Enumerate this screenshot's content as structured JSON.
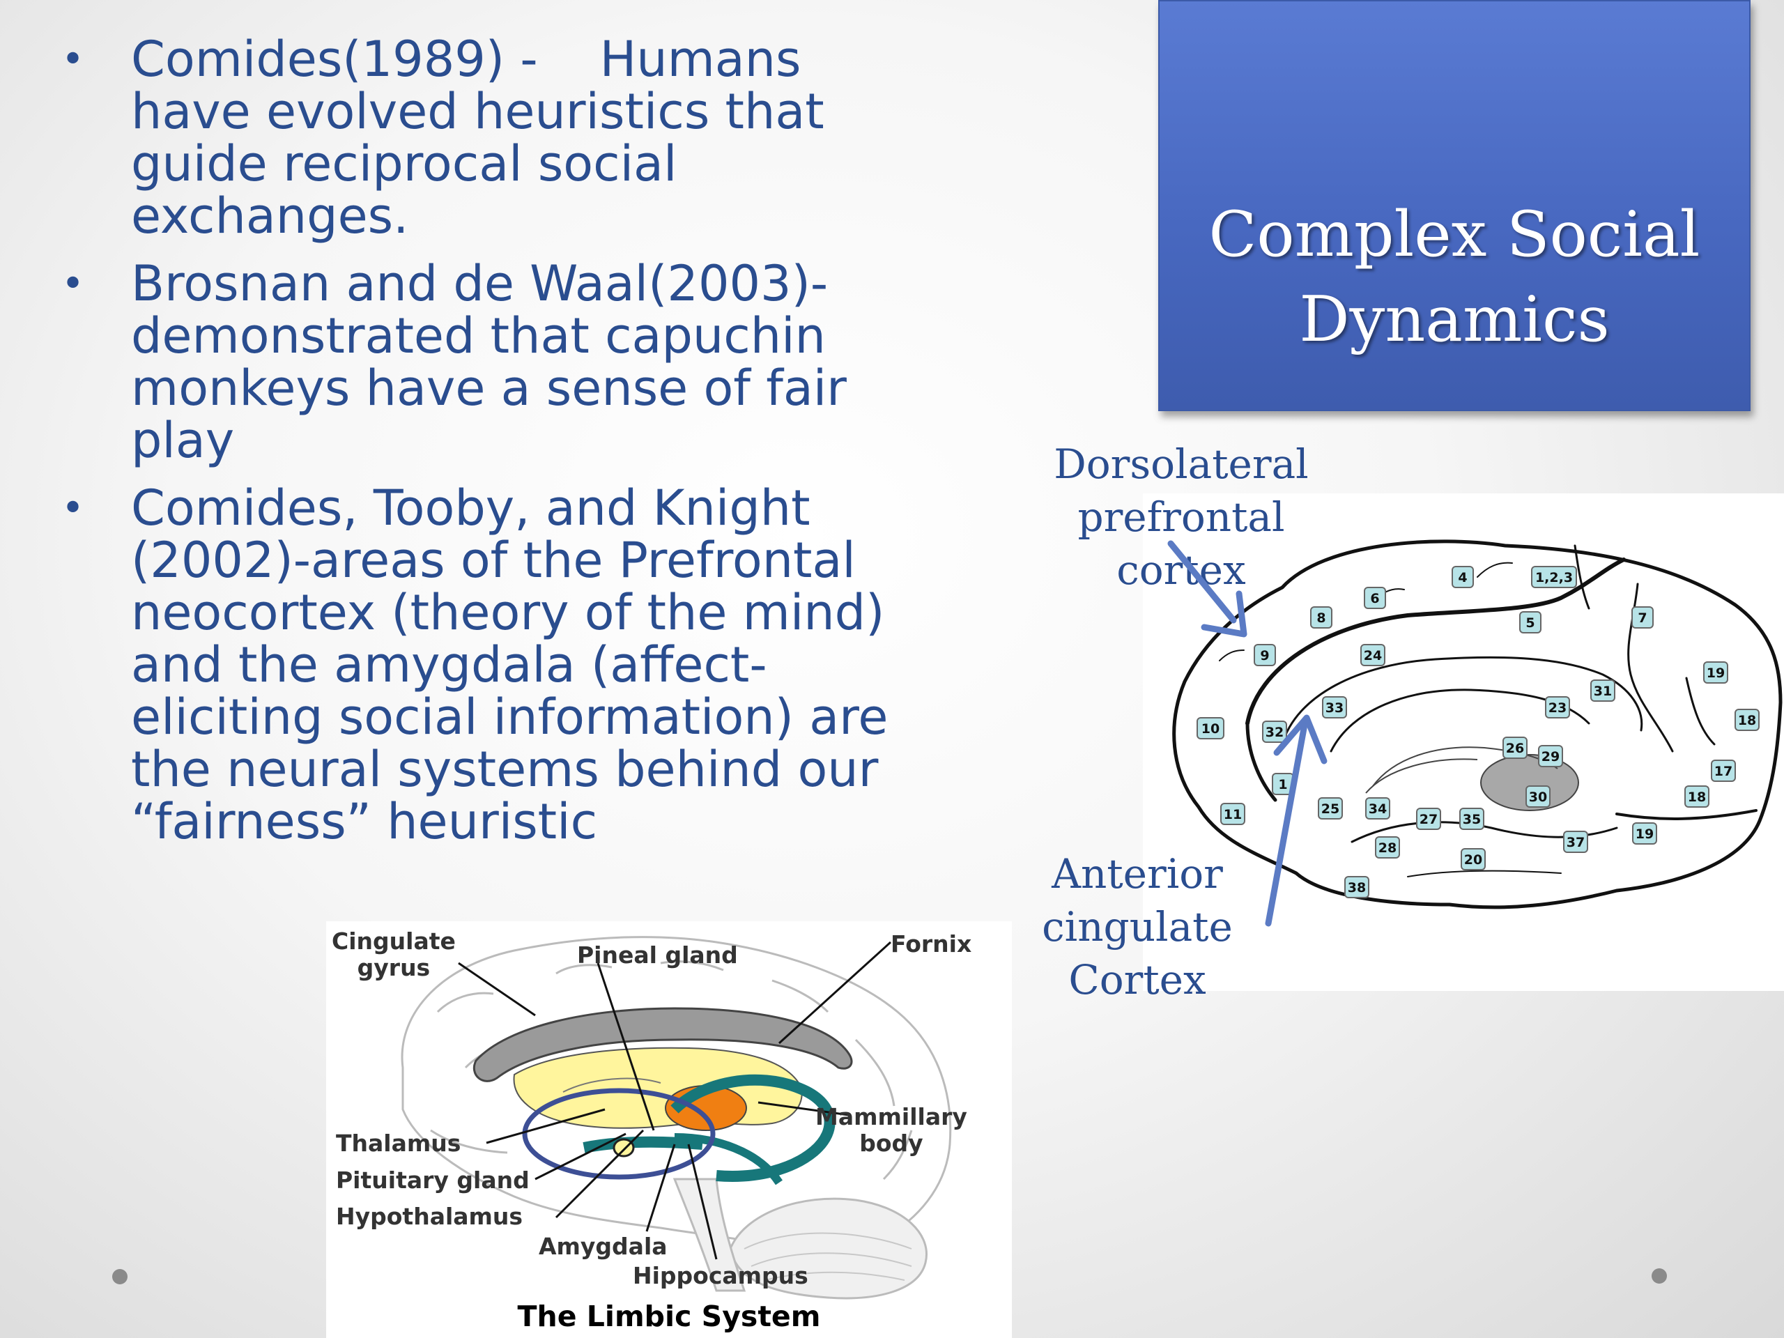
{
  "slide": {
    "title_lines": [
      "Complex Social",
      "Dynamics"
    ],
    "bullets": [
      "Comides(1989) -    Humans have evolved heuristics that guide reciprocal social exchanges.",
      "Brosnan and de Waal(2003)- demonstrated that capuchin monkeys have a sense of fair play",
      "Comides, Tooby, and Knight (2002)-areas of the Prefrontal neocortex (theory of the mind) and the amygdala (affect-eliciting social information) are the neural systems behind our “fairness” heuristic"
    ],
    "bullet_glyph": "•"
  },
  "brain_right": {
    "dlpfc_lines": [
      "Dorsolateral",
      "prefrontal cortex"
    ],
    "acc_lines": [
      "Anterior",
      "cingulate",
      "Cortex"
    ],
    "arrow_color": "#5b7bc4",
    "areas": [
      "4",
      "1,2,3",
      "6",
      "8",
      "5",
      "7",
      "9",
      "24",
      "19",
      "31",
      "18",
      "33",
      "23",
      "10",
      "32",
      "26",
      "29",
      "17",
      "1",
      "30",
      "18",
      "11",
      "25",
      "34",
      "27",
      "35",
      "19",
      "37",
      "28",
      "20",
      "38"
    ]
  },
  "limbic": {
    "title": "The Limbic System",
    "labels": {
      "cingulate": [
        "Cingulate",
        "gyrus"
      ],
      "pineal": "Pineal gland",
      "fornix": "Fornix",
      "mammillary": [
        "Mammillary",
        "body"
      ],
      "thalamus": "Thalamus",
      "pituitary": "Pituitary gland",
      "hypothalamus": "Hypothalamus",
      "amygdala": "Amygdala",
      "hippocampus": "Hippocampus"
    },
    "colors": {
      "cingulate": "#9a9a9a",
      "thalamus": "#fff59d",
      "pineal": "#f07f12",
      "fornix": "#17777a",
      "circle": "#3d4f95"
    }
  }
}
